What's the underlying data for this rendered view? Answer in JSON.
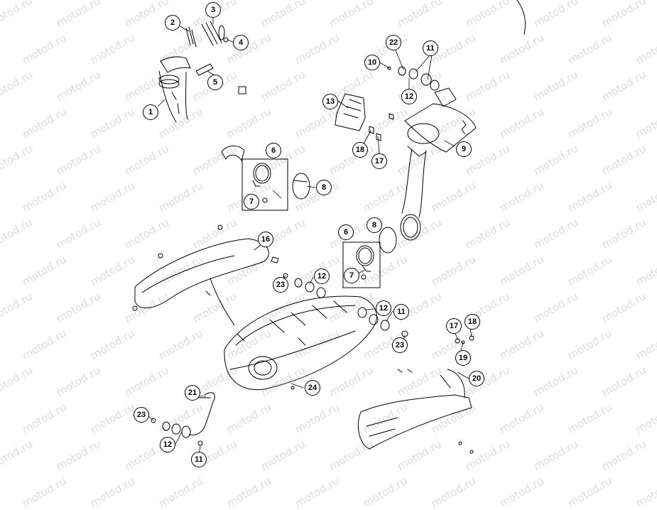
{
  "watermark": "motod.ru",
  "callouts": [
    "1",
    "2",
    "3",
    "4",
    "5",
    "6",
    "7",
    "8",
    "9",
    "10",
    "11",
    "12",
    "13",
    "16",
    "17",
    "18",
    "19",
    "20",
    "21",
    "22",
    "23",
    "24"
  ],
  "colors": {
    "line": "#000000",
    "callout_border": "#000000",
    "background": "#ffffff",
    "watermark": "#dcdcdc"
  }
}
